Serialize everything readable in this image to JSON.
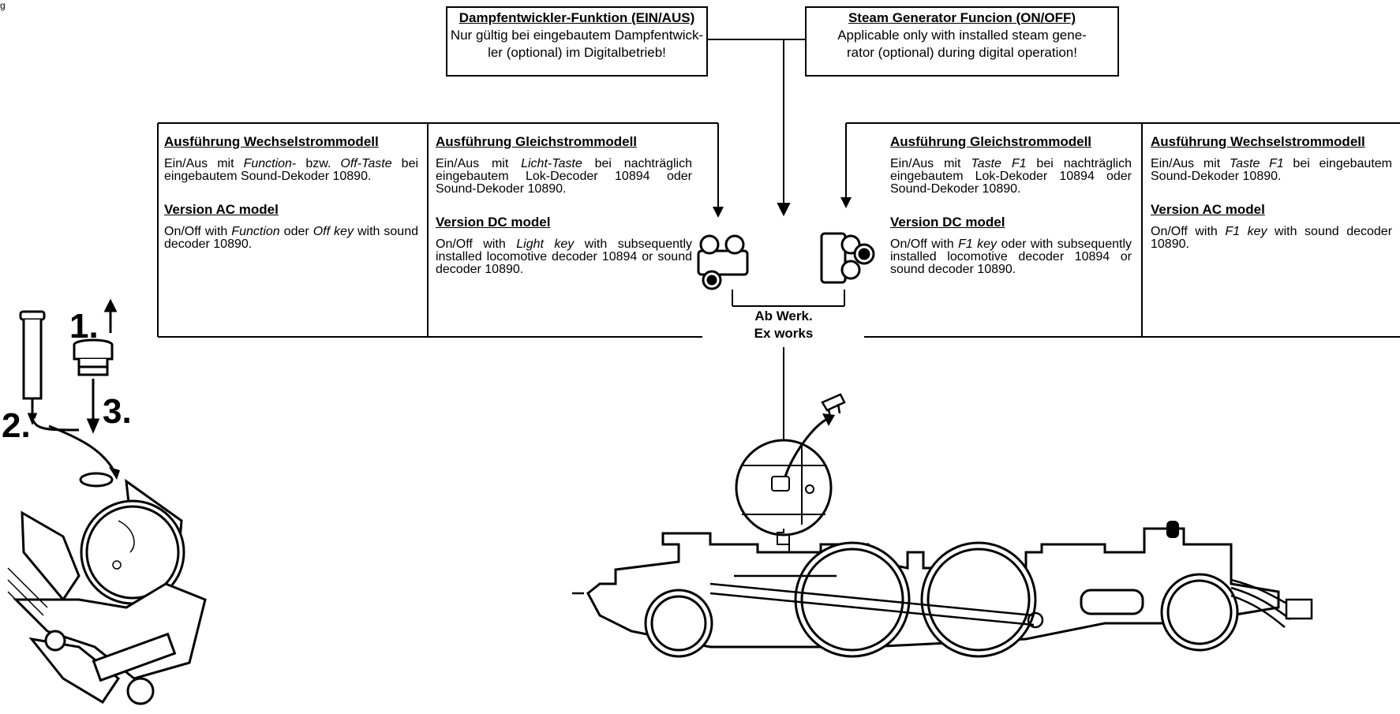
{
  "page_marker": "g",
  "steam_box_de": {
    "title": "Dampfentwickler-Funktion (EIN/AUS)",
    "line1": "Nur gültig bei eingebautem Dampfentwick-",
    "line2": "ler (optional) im Digitalbetrieb!"
  },
  "steam_box_en": {
    "title": "Steam Generator Funcion (ON/OFF)",
    "line1": "Applicable only with installed steam gene-",
    "line2": "rator (optional) during digital operation!"
  },
  "left_ac": {
    "heading_de": "Ausführung Wechselstrommodell",
    "text_de_1": "Ein/Aus mit ",
    "text_de_func": "Function",
    "text_de_2": "- bzw. ",
    "text_de_off": "Off-Taste",
    "text_de_3": " bei eingebautem Sound-Dekoder 10890.",
    "heading_en": "Version AC model",
    "text_en_1": "On/Off with ",
    "text_en_func": "Function",
    "text_en_2": " oder ",
    "text_en_off": "Off key",
    "text_en_3": " with sound decoder 10890."
  },
  "left_dc": {
    "heading_de": "Ausführung Gleichstrommodell",
    "text_de_1": "Ein/Aus mit ",
    "text_de_key": "Licht-Taste",
    "text_de_2": " bei nachträglich eingebautem Lok-Decoder 10894 oder Sound-Dekoder 10890.",
    "heading_en": "Version DC model",
    "text_en_1": "On/Off with ",
    "text_en_key": "Light key",
    "text_en_2": " with subsequently installed locomotive decoder 10894 or sound decoder 10890."
  },
  "right_dc": {
    "heading_de": "Ausführung Gleichstrommodell",
    "text_de_1": "Ein/Aus mit ",
    "text_de_key": "Taste F1",
    "text_de_2": " bei nachträglich eingebautem Lok-Dekoder 10894 oder Sound-Dekoder 10890.",
    "heading_en": "Version DC model",
    "text_en_1": "On/Off with ",
    "text_en_key": "F1 key",
    "text_en_2": " oder with subsequently installed locomotive decoder 10894 or sound decoder 10890."
  },
  "right_ac": {
    "heading_de": "Ausführung Wechselstrommodell",
    "text_de_1": "Ein/Aus mit ",
    "text_de_key": "Taste F1",
    "text_de_2": " bei eingebautem Sound-Dekoder 10890.",
    "heading_en": "Version AC model",
    "text_en_1": "On/Off with ",
    "text_en_key": "F1 key",
    "text_en_2": " with sound decoder 10890."
  },
  "ex_works": {
    "line1": "Ab Werk.",
    "line2": "Ex works"
  },
  "steps": {
    "s1": "1.",
    "s2": "2.",
    "s3": "3."
  },
  "icons": [
    "switch-left-icon",
    "switch-right-icon",
    "syringe-icon",
    "chimney-plug-icon",
    "locomotive-boiler-icon",
    "locomotive-chassis-icon",
    "clip-icon"
  ]
}
